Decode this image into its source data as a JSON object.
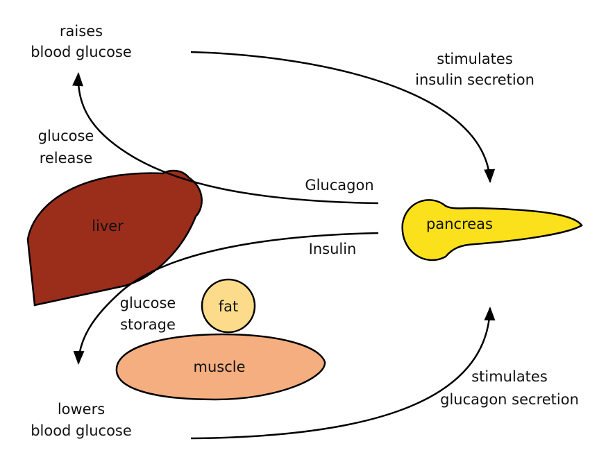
{
  "labels": {
    "raises": [
      "raises",
      "blood glucose"
    ],
    "stim_insulin": [
      "stimulates",
      "insulin secretion"
    ],
    "glucose_release": [
      "glucose",
      "release"
    ],
    "glucagon": "Glucagon",
    "insulin": "Insulin",
    "glucose_storage": [
      "glucose",
      "storage"
    ],
    "lowers": [
      "lowers",
      "blood glucose"
    ],
    "stim_glucagon": [
      "stimulates",
      "glucagon secretion"
    ]
  },
  "organs": {
    "liver": {
      "label": "liver",
      "color": "#9b2d1b"
    },
    "pancreas": {
      "label": "pancreas",
      "color": "#fbe01c"
    },
    "fat": {
      "label": "fat",
      "color": "#fcdc8a"
    },
    "muscle": {
      "label": "muscle",
      "color": "#f5ae80"
    }
  }
}
